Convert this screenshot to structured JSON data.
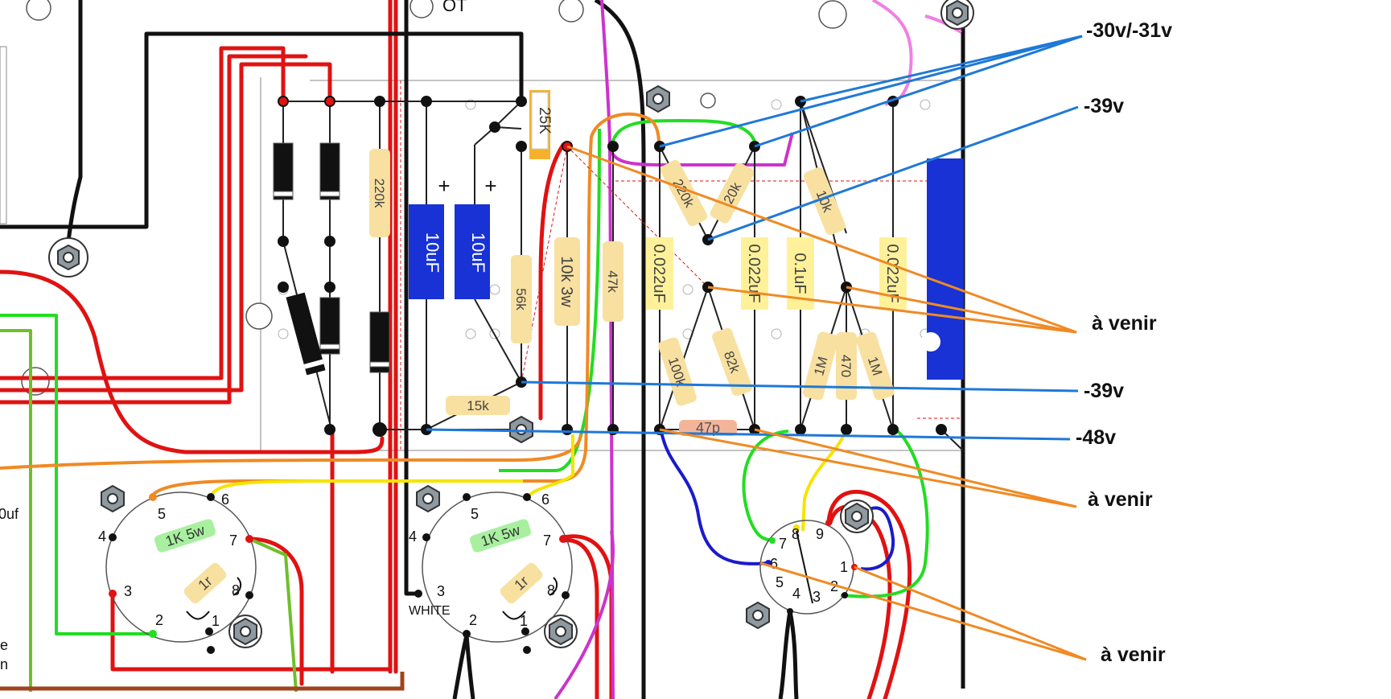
{
  "colors": {
    "red": "#e01212",
    "black": "#111111",
    "orange": "#f08a24",
    "green": "#22dd22",
    "blue": "#1f78d8",
    "magenta": "#cc33cc",
    "pink": "#f07fe6",
    "yellow": "#f5e400",
    "olive_green": "#6fbf2a",
    "brown": "#a0431e",
    "navy": "#1a1acc",
    "resistor": "#f8e0a0",
    "capacitor_yellow": "#fff19a",
    "capacitor_blue": "#1832d6",
    "trimmer": "#f6b12c",
    "small_cap": "#f3b59a",
    "ceramic_green": "#a8f0a0"
  },
  "header": {
    "label_top": "OT"
  },
  "annotations": {
    "v_30_31": "-30v/-31v",
    "v_39_top": "-39v",
    "a_venir_1": "à venir",
    "v_39_mid": "-39v",
    "v_48": "-48v",
    "a_venir_2": "à venir",
    "a_venir_3": "à venir"
  },
  "components": {
    "r_220k_left": "220k",
    "c_10uf_1": "10uF",
    "c_10uf_2": "10uF",
    "plus_1": "+",
    "plus_2": "+",
    "pot_25k": "25K",
    "r_56k": "56k",
    "r_15k": "15k",
    "r_10k_3w": "10k 3w",
    "r_47k": "47k",
    "c_0022_1": "0.022uF",
    "r_220k_diag": "220k",
    "r_20k": "20k",
    "c_0022_2": "0.022uF",
    "r_10k": "10k",
    "c_01": "0.1uF",
    "c_0022_3": "0.022uF",
    "r_100k": "100k",
    "r_82k": "82k",
    "r_1m_1": "1M",
    "r_470": "470",
    "r_1m_2": "1M",
    "c_47p": "47p",
    "r_1k5w_a": "1K 5w",
    "r_1r_a": "1r",
    "r_1k5w_b": "1K 5w",
    "r_1r_b": "1r",
    "left_uf": "0uf",
    "left_e": "e",
    "left_n": "n",
    "white_label": "WHITE"
  },
  "sockets": {
    "a": {
      "p1": "1",
      "p2": "2",
      "p3": "3",
      "p4": "4",
      "p5": "5",
      "p6": "6",
      "p7": "7",
      "p8": "8"
    },
    "b": {
      "p1": "1",
      "p2": "2",
      "p3": "3",
      "p4": "4",
      "p5": "5",
      "p6": "6",
      "p7": "7",
      "p8": "8"
    },
    "c": {
      "p1": "1",
      "p2": "2",
      "p3": "3",
      "p4": "4",
      "p5": "5",
      "p6": "6",
      "p7": "7",
      "p8": "8",
      "p9": "9"
    }
  }
}
